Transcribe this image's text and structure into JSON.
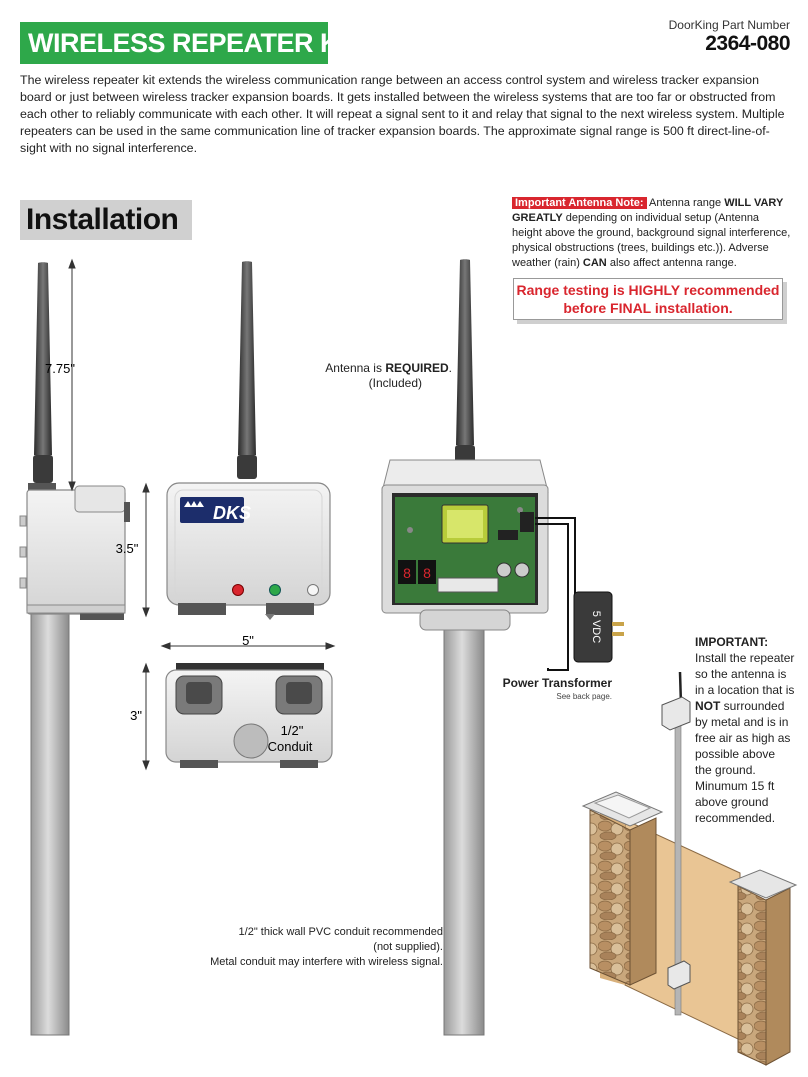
{
  "header": {
    "title": "WIRELESS REPEATER KIT",
    "part_label": "DoorKing Part Number",
    "part_number": "2364-080"
  },
  "intro": "The wireless repeater kit extends the wireless communication range between an access control system and wireless tracker expansion board or just between wireless tracker expansion boards. It gets installed between the wireless systems that are too far or obstructed from each other to reliably communicate with each other. It will repeat a signal sent to it and relay that signal to the next wireless system. Multiple repeaters can be used in the same communication line of tracker expansion boards. The approximate signal range is 500 ft direct-line-of-sight with no signal interference.",
  "installation": {
    "heading": "Installation",
    "note_tag": "Important Antenna Note:",
    "note_t1": " Antenna range ",
    "note_b1": "WILL VARY GREATLY",
    "note_t2": " depending on individual setup (Antenna height above the ground, background signal interference, physical obstructions (trees, buildings etc.)). Adverse weather (rain) ",
    "note_b2": "CAN",
    "note_t3": " also affect antenna range.",
    "range_line1": "Range testing is HIGHLY recommended",
    "range_line2": "before FINAL installation."
  },
  "diagram": {
    "dim_antenna": "7.75\"",
    "dim_height": "3.5\"",
    "dim_width": "5\"",
    "dim_depth": "3\"",
    "conduit_label_1": "1/2\"",
    "conduit_label_2": "Conduit",
    "logo": "DKS",
    "antenna_pre": "Antenna is ",
    "antenna_bold": "REQUIRED",
    "antenna_post": ".",
    "antenna_included": "(Included)",
    "transformer_label": "Power Transformer",
    "transformer_sub": "See back page.",
    "transformer_voltage": "5 VDC",
    "important_head": "IMPORTANT:",
    "important_t1": "Install the repeater so the antenna is in a location that is ",
    "important_b1": "NOT",
    "important_t2": " surrounded by metal and is in free air as high as possible above the ground. Minumum 15 ft above ground recommended.",
    "conduit_note_1": "1/2\" thick wall PVC conduit recommended",
    "conduit_note_2": "(not supplied).",
    "conduit_note_3": "Metal conduit may interfere with wireless signal."
  },
  "colors": {
    "banner_green": "#2ea84a",
    "note_red": "#d9262e",
    "heading_gray": "#d0d0d0"
  }
}
